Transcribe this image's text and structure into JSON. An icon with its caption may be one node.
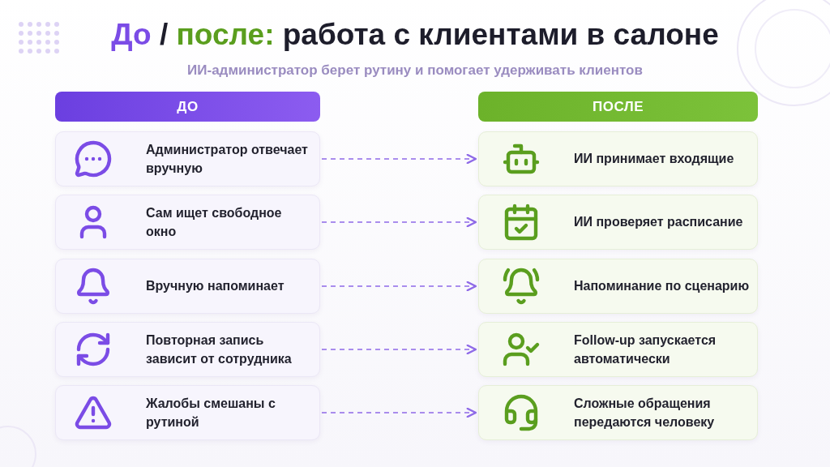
{
  "diagram": {
    "title": "До / после: работа с клиентами в салоне",
    "nodes": [
      {
        "text": [
          "ДО"
        ]
      },
      {
        "text": [
          "ПОСЛЕ"
        ]
      },
      {
        "text": [
          "Администратор отвечает вручную"
        ]
      },
      {
        "text": [
          "ИИ принимает входящие"
        ]
      },
      {
        "text": [
          "Сам ищет свободное окно"
        ]
      },
      {
        "text": [
          "ИИ проверяет расписание"
        ]
      },
      {
        "text": [
          "Вручную напоминает"
        ]
      },
      {
        "text": [
          "Напоминание по сценарию"
        ]
      },
      {
        "text": [
          "Повторная запись зависит от сотрудника"
        ]
      },
      {
        "text": [
          "Follow-up запускается автоматически"
        ]
      },
      {
        "text": [
          "Жалобы смешаны с рутиной"
        ]
      },
      {
        "text": [
          "Сложные обращения передаются человеку"
        ]
      }
    ],
    "edges": [
      {
        "from": 2,
        "to": 3,
        "arrow": "to",
        "style": "dashed"
      },
      {
        "from": 4,
        "to": 5,
        "arrow": "to",
        "style": "dashed"
      },
      {
        "from": 6,
        "to": 7,
        "arrow": "to",
        "style": "dashed"
      },
      {
        "from": 8,
        "to": 9,
        "arrow": "to",
        "style": "dashed"
      },
      {
        "from": 10,
        "to": 11,
        "arrow": "to",
        "style": "dashed"
      }
    ],
    "labels": [
      "ИИ-администратор берет рутину и помогает удерживать клиентов"
    ]
  }
}
